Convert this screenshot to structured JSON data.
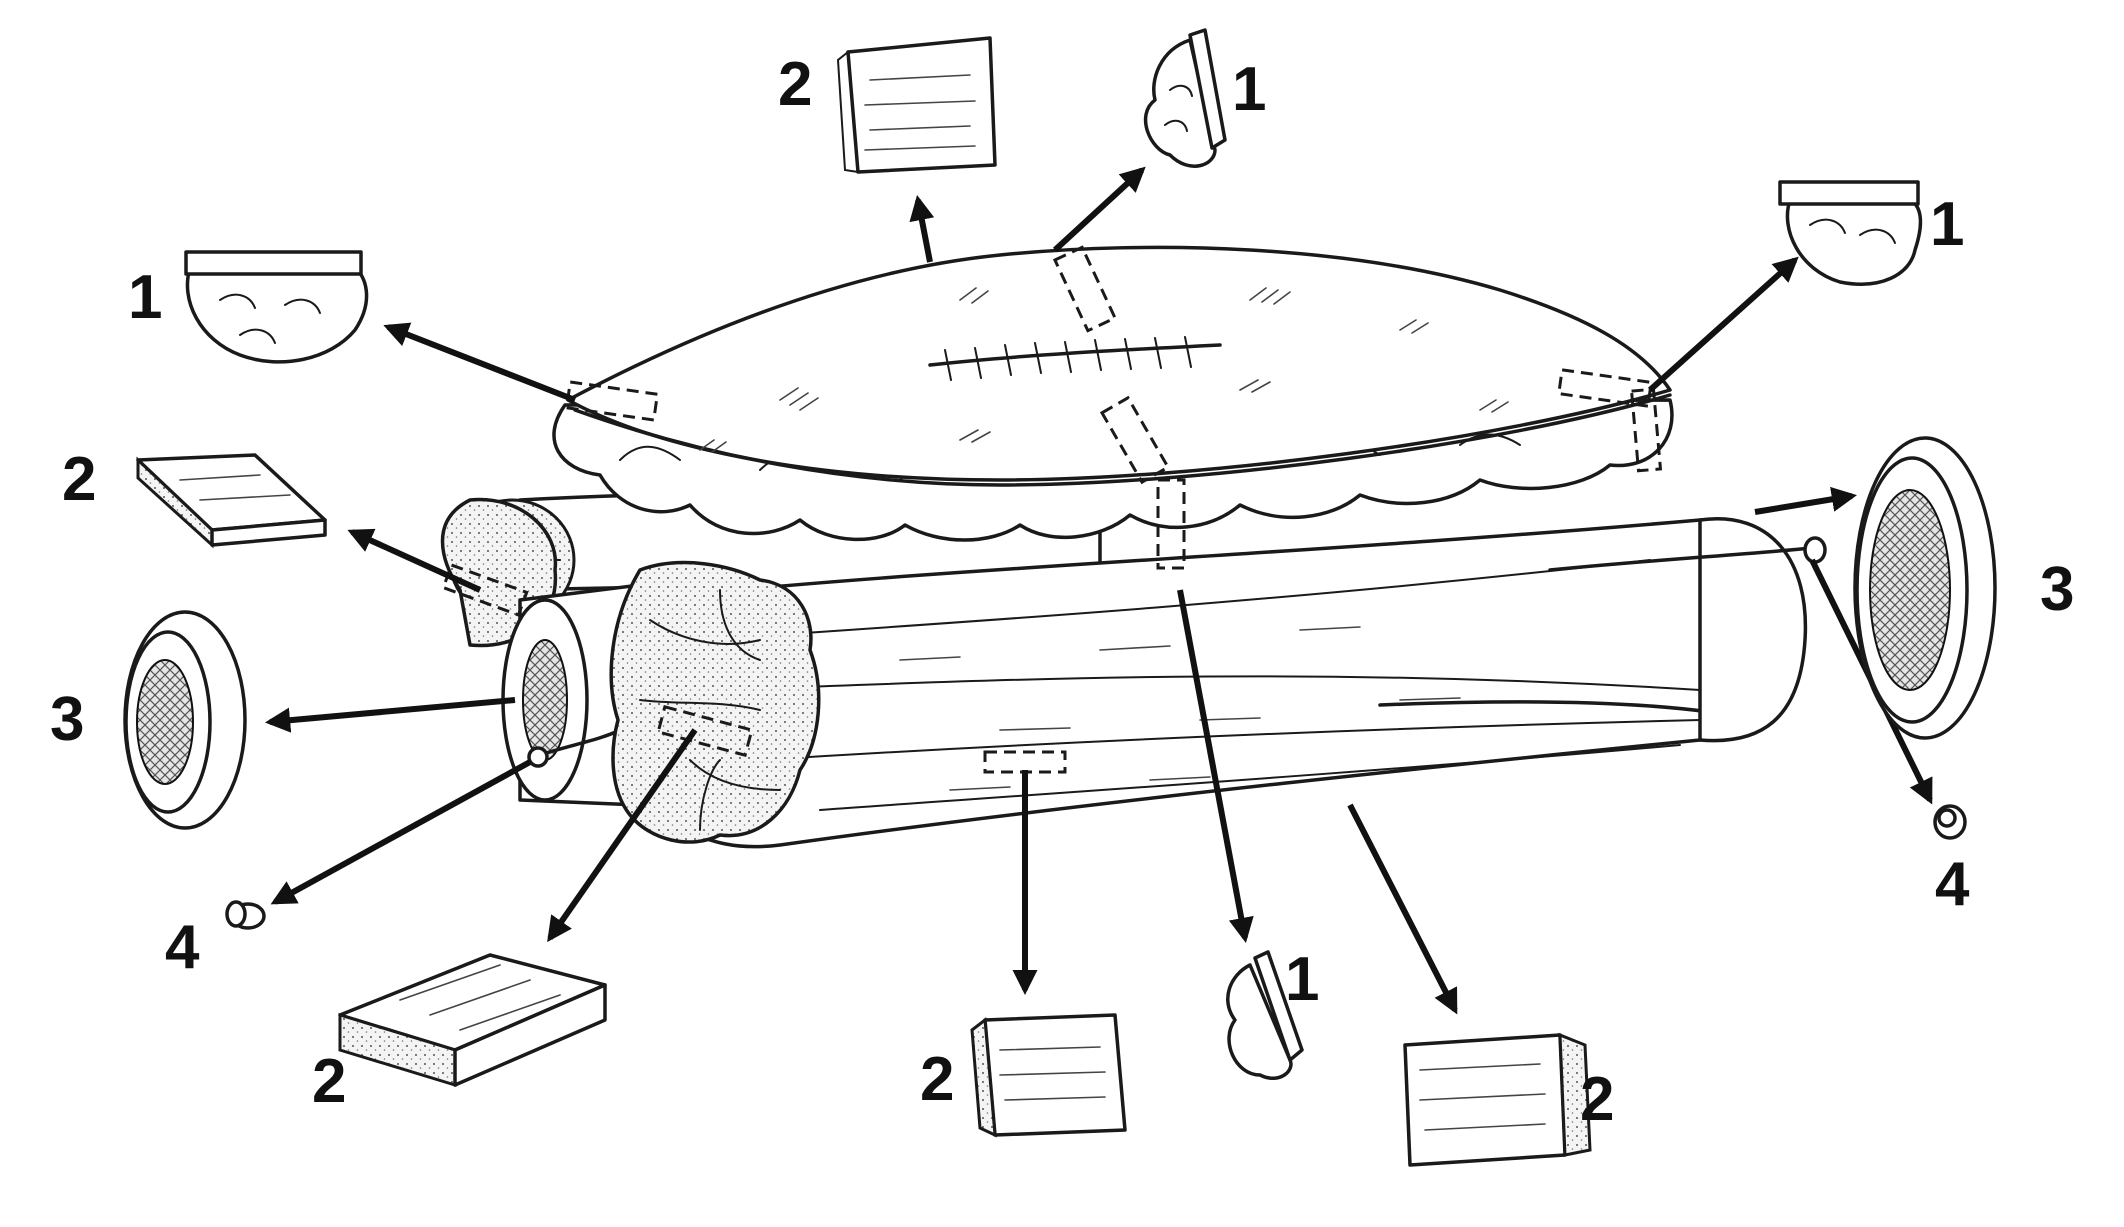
{
  "labels": {
    "l1": "1",
    "l2": "1",
    "l3": "1",
    "l4": "1",
    "l5": "2",
    "l6": "2",
    "l7": "2",
    "l8": "2",
    "l9": "2",
    "l10": "3",
    "l11": "3",
    "l12": "4",
    "l13": "4"
  }
}
